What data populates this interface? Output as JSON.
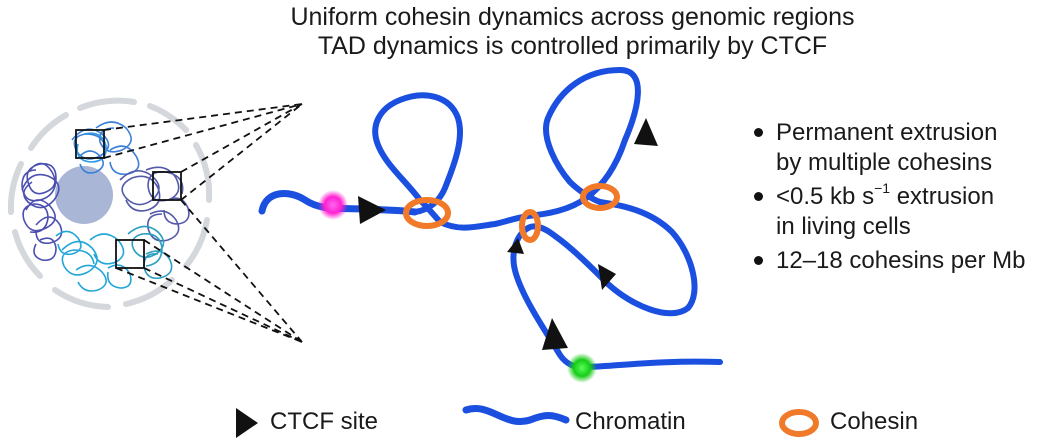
{
  "title": {
    "line1": "Uniform cohesin dynamics across genomic regions",
    "line2": "TAD dynamics is controlled primarily by CTCF"
  },
  "bullets": [
    {
      "line1": "Permanent extrusion",
      "line2": "by multiple cohesins"
    },
    {
      "line1_pre": "<0.5 kb s",
      "line1_sup": "−1",
      "line1_post": " extrusion",
      "line2": "in living cells"
    },
    {
      "line1": "12–18 cohesins per Mb"
    }
  ],
  "legend": {
    "ctcf": "CTCF site",
    "chromatin": "Chromatin",
    "cohesin": "Cohesin"
  },
  "colors": {
    "chromatin": "#1a4fe0",
    "cohesin": "#f07a2a",
    "ctcf": "#111111",
    "magenta_marker": "#ff2bd6",
    "green_marker": "#1fd11f",
    "nucleolus": "#a9b6d6",
    "nuclear_envelope": "#d4d7dc"
  },
  "icons": {
    "ctcf": "ctcf-triangle-icon",
    "chromatin": "chromatin-wave-icon",
    "cohesin": "cohesin-ring-icon"
  }
}
